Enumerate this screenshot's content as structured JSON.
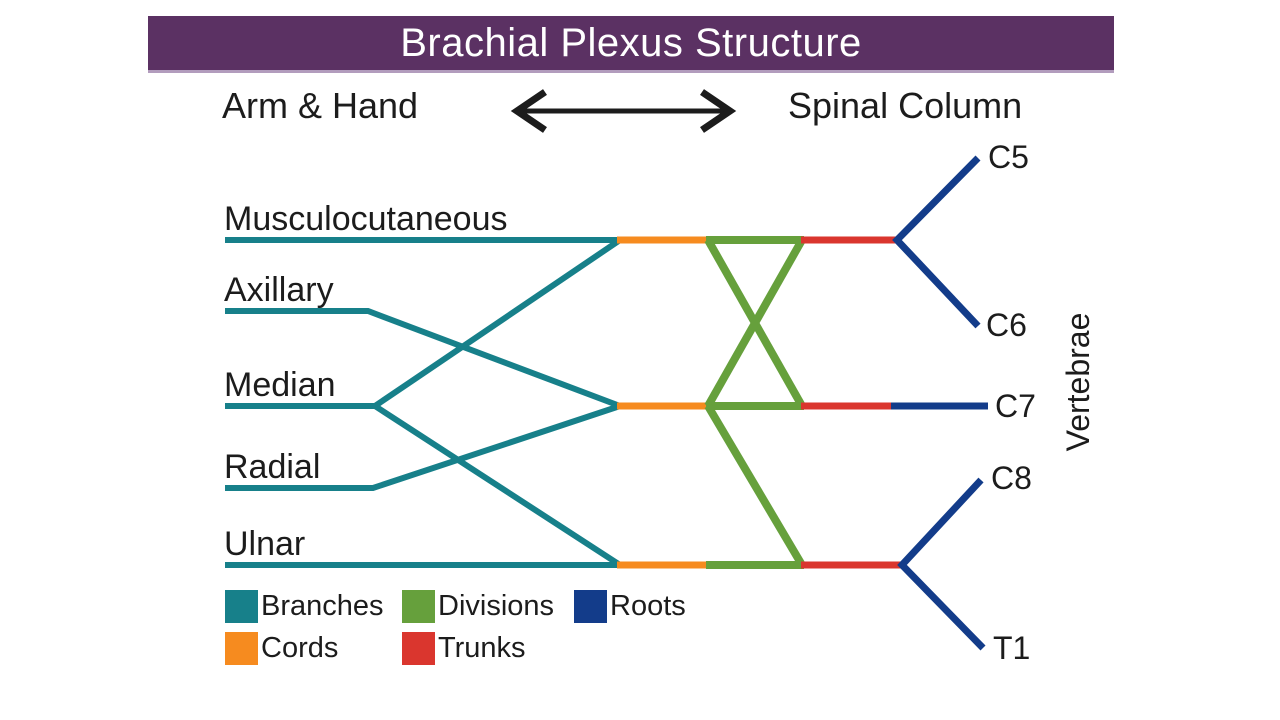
{
  "title": "Brachial Plexus Structure",
  "header": {
    "left_label": "Arm & Hand",
    "right_label": "Spinal Column"
  },
  "colors": {
    "title_bar": "#5b3163",
    "title_text": "#ffffff",
    "text": "#1c1c1c",
    "branches": "#17808a",
    "cords": "#f68b1f",
    "divisions": "#66a03c",
    "trunks": "#da362e",
    "roots": "#133c8a",
    "arrow": "#1c1c1c"
  },
  "nerves": [
    "Musculocutaneous",
    "Axillary",
    "Median",
    "Radial",
    "Ulnar"
  ],
  "vertebrae": {
    "axis_label": "Vertebrae",
    "roots": [
      "C5",
      "C6",
      "C7",
      "C8",
      "T1"
    ]
  },
  "legend": {
    "rows": [
      [
        {
          "label": "Branches",
          "color": "#17808a"
        },
        {
          "label": "Divisions",
          "color": "#66a03c"
        },
        {
          "label": "Roots",
          "color": "#133c8a"
        }
      ],
      [
        {
          "label": "Cords",
          "color": "#f68b1f"
        },
        {
          "label": "Trunks",
          "color": "#da362e"
        }
      ]
    ]
  },
  "connections": {
    "branches_to_cords": [
      {
        "nerve": "Musculocutaneous",
        "cord_row": "top"
      },
      {
        "nerve": "Axillary",
        "cord_row": "middle"
      },
      {
        "nerve": "Median",
        "cord_row": "top and bottom"
      },
      {
        "nerve": "Radial",
        "cord_row": "middle"
      },
      {
        "nerve": "Ulnar",
        "cord_row": "bottom"
      }
    ],
    "divisions_pattern": [
      {
        "from_row": "top",
        "to_rows": [
          "top",
          "middle"
        ]
      },
      {
        "from_row": "middle",
        "to_rows": [
          "top",
          "middle"
        ]
      },
      {
        "from_row": "bottom",
        "to_rows": [
          "middle",
          "bottom"
        ]
      }
    ],
    "roots_by_row": [
      {
        "row": "top",
        "roots": [
          "C5",
          "C6"
        ]
      },
      {
        "row": "middle",
        "roots": [
          "C7"
        ]
      },
      {
        "row": "bottom",
        "roots": [
          "C8",
          "T1"
        ]
      }
    ]
  }
}
